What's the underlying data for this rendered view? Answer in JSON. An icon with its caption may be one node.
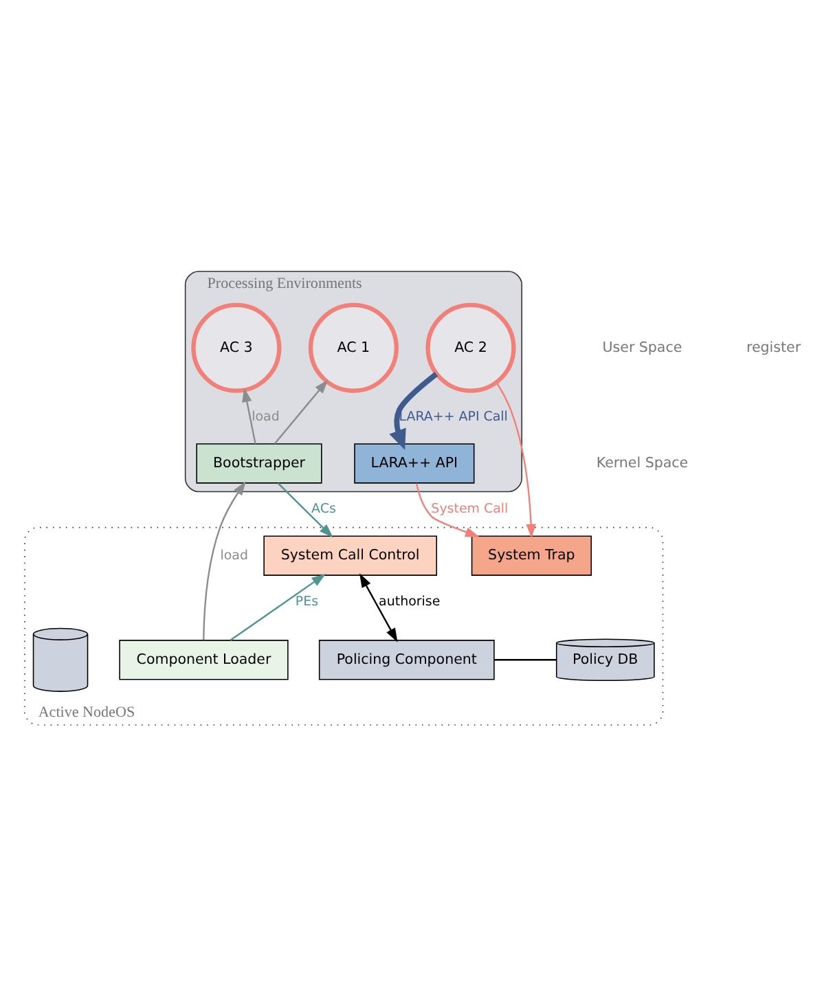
{
  "diagram": {
    "nodes": [
      {
        "text": [
          "Processing Environments"
        ]
      },
      {
        "text": [
          "AC 1"
        ],
        "in": 0
      },
      {
        "text": [
          "AC 3"
        ],
        "in": 0
      },
      {
        "text": [
          "AC 2"
        ],
        "in": 0
      },
      {
        "text": [
          "Bootstrapper"
        ],
        "in": 0
      },
      {
        "text": [
          "LARA++ API"
        ],
        "in": 0
      },
      {
        "text": [
          "Active NodeOS"
        ]
      },
      {
        "text": [
          "System Trap"
        ],
        "in": 6
      },
      {
        "text": [
          "System Call Control"
        ],
        "in": 6
      },
      {
        "text": [
          "Component Loader"
        ],
        "in": 6
      },
      {
        "text": [
          "Policing Component"
        ],
        "in": 6
      },
      {
        "text": [],
        "shape": "cylinder",
        "in": 6
      },
      {
        "text": [
          "Policy DB"
        ],
        "in": 6
      }
    ],
    "edges": [
      {
        "from": 4,
        "to": 1,
        "arrow": "to",
        "color": "#8c8c8c"
      },
      {
        "from": 4,
        "to": 2,
        "arrow": "to",
        "label": "load",
        "color": "#8c8c8c"
      },
      {
        "from": 3,
        "to": 5,
        "arrow": "to",
        "label": "LARA++ API Call",
        "style": "thick",
        "color": "#3f5a8c"
      },
      {
        "from": 3,
        "to": 7,
        "arrow": "to",
        "color": "#f08078"
      },
      {
        "from": 5,
        "to": 7,
        "arrow": "to",
        "label": "System Call",
        "color": "#f08078"
      },
      {
        "from": 4,
        "to": 8,
        "arrow": "to",
        "label": "ACs",
        "color": "#4e9590"
      },
      {
        "from": 9,
        "to": 8,
        "arrow": "to",
        "label": "PEs",
        "color": "#4e9590"
      },
      {
        "from": 9,
        "to": 4,
        "arrow": "to",
        "label": "load",
        "color": "#8c8c8c"
      },
      {
        "from": 8,
        "to": 10,
        "arrow": "both",
        "label": "authorise",
        "color": "#000000"
      },
      {
        "from": 10,
        "to": 12,
        "arrow": "none",
        "color": "#000000"
      }
    ],
    "labels": [
      "User Space",
      "Kernel Space",
      "register"
    ]
  }
}
